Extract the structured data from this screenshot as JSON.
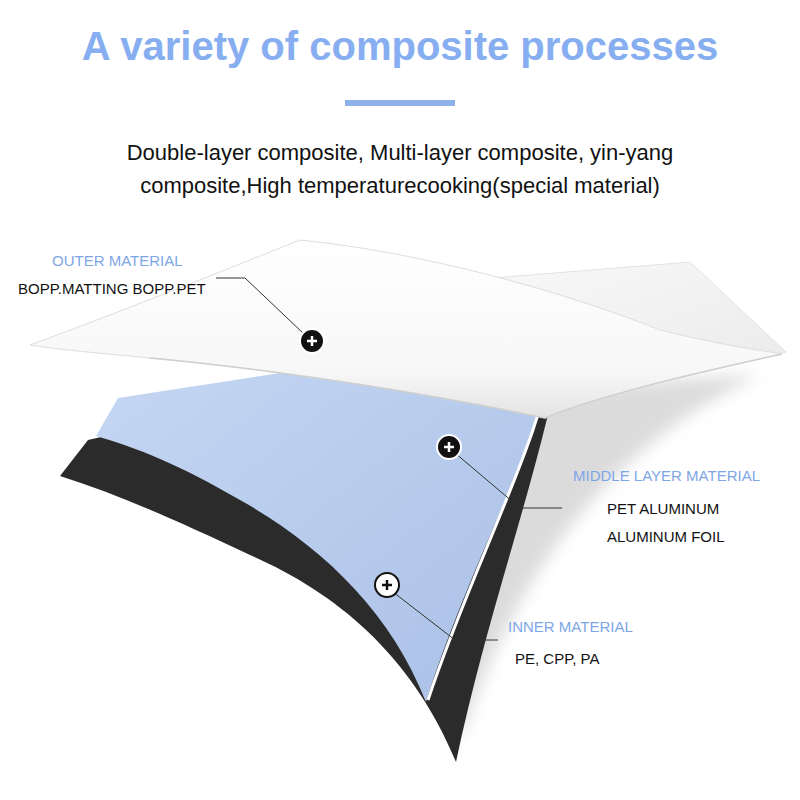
{
  "diagram": {
    "title": "A variety of composite processes",
    "labels": [
      "Double-layer composite, Multi-layer composite, yin-yang composite,High temperaturecooking(special material)",
      "OUTER MATERIAL",
      "BOPP.MATTING BOPP.PET",
      "MIDDLE LAYER MATERIAL",
      "PET ALUMINUM ALUMINUM FOIL",
      "INNER MATERIAL",
      "PE, CPP, PA"
    ]
  }
}
